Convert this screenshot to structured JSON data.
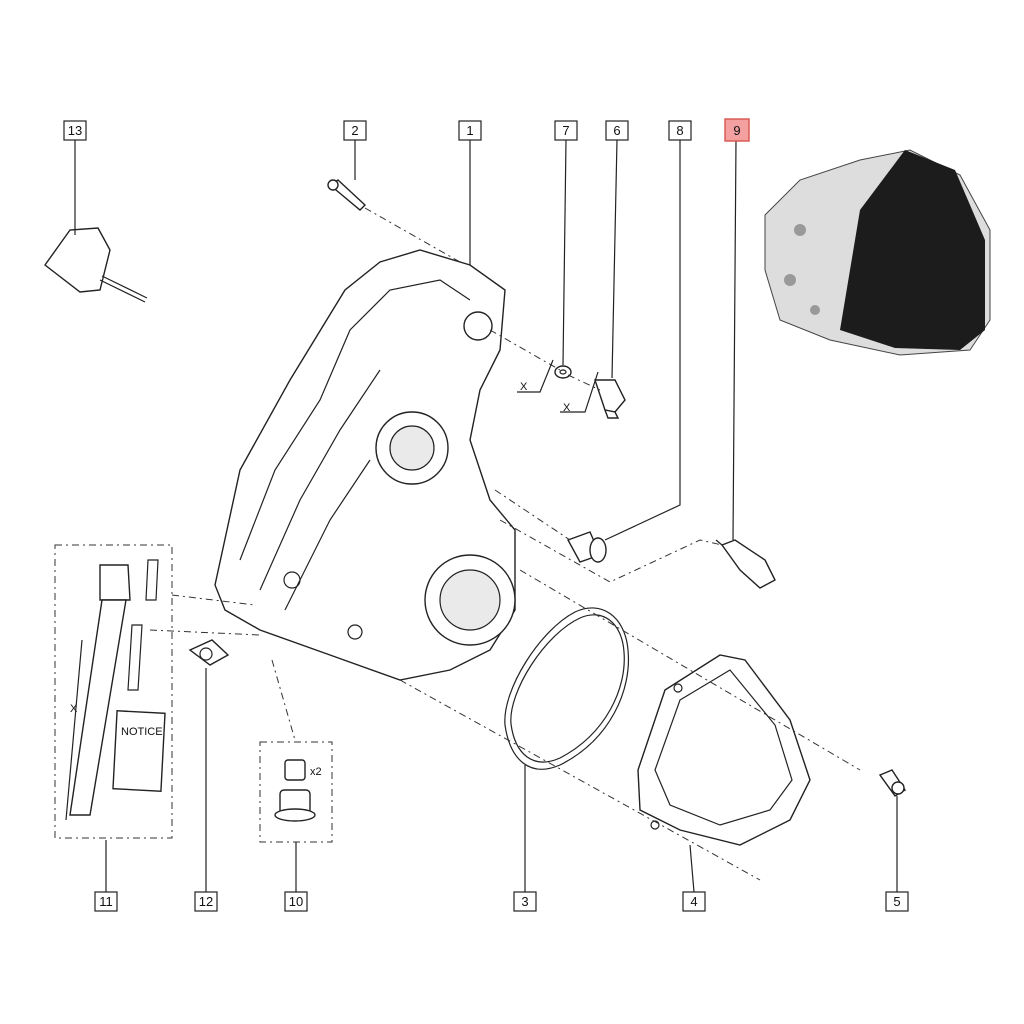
{
  "callouts": [
    {
      "id": "c1",
      "label": "1"
    },
    {
      "id": "c2",
      "label": "2"
    },
    {
      "id": "c3",
      "label": "3"
    },
    {
      "id": "c4",
      "label": "4"
    },
    {
      "id": "c5",
      "label": "5"
    },
    {
      "id": "c6",
      "label": "6"
    },
    {
      "id": "c7",
      "label": "7"
    },
    {
      "id": "c8",
      "label": "8"
    },
    {
      "id": "c9",
      "label": "9",
      "highlighted": true
    },
    {
      "id": "c10",
      "label": "10"
    },
    {
      "id": "c11",
      "label": "11"
    },
    {
      "id": "c12",
      "label": "12"
    },
    {
      "id": "c13",
      "label": "13"
    }
  ],
  "annotations": {
    "x_mark": "X",
    "quantity": "x2",
    "notice": "NOTICE"
  },
  "colors": {
    "line": "#222222",
    "highlight_fill": "#f4a0a0",
    "highlight_border": "#d9534f",
    "dark_housing": "#1c1c1c"
  }
}
